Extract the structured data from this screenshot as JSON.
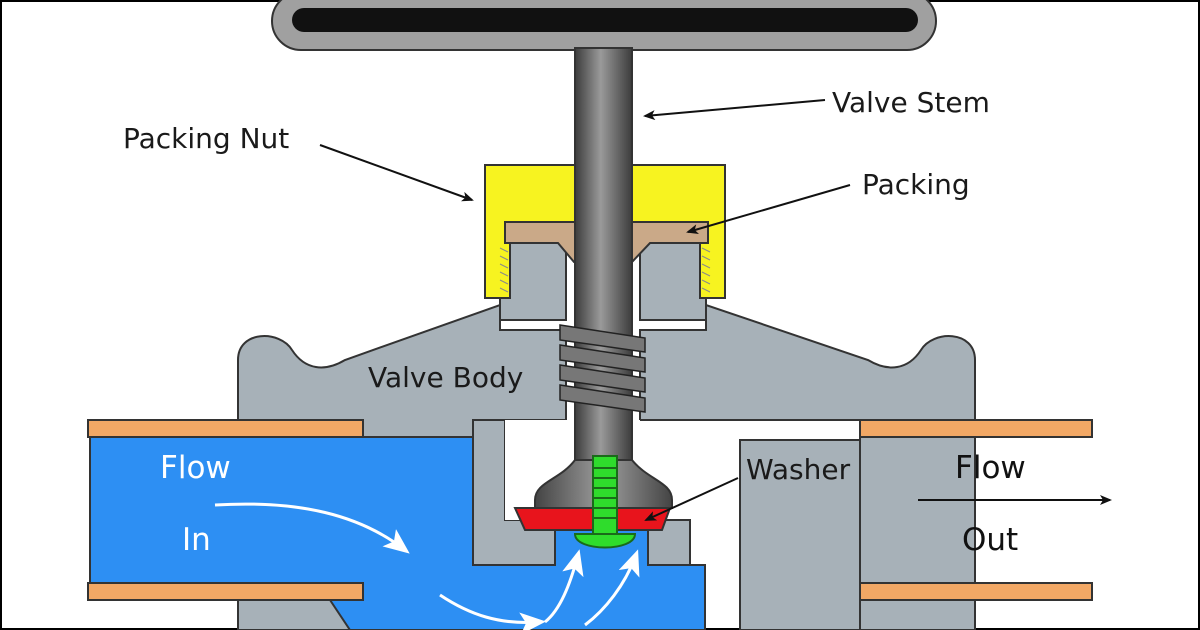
{
  "labels": {
    "valve_stem": "Valve Stem",
    "packing_nut": "Packing Nut",
    "packing": "Packing",
    "valve_body": "Valve Body",
    "washer": "Washer",
    "flow_in_1": "Flow",
    "flow_in_2": "In",
    "flow_out_1": "Flow",
    "flow_out_2": "Out"
  },
  "colors": {
    "body": "#a7b1b8",
    "water": "#2d8ff3",
    "pipe": "#f2a865",
    "nut": "#f7f320",
    "packing": "#caa988",
    "washer": "#e8141c",
    "screw": "#2fdc2c",
    "stem": "#6b6b6b"
  }
}
